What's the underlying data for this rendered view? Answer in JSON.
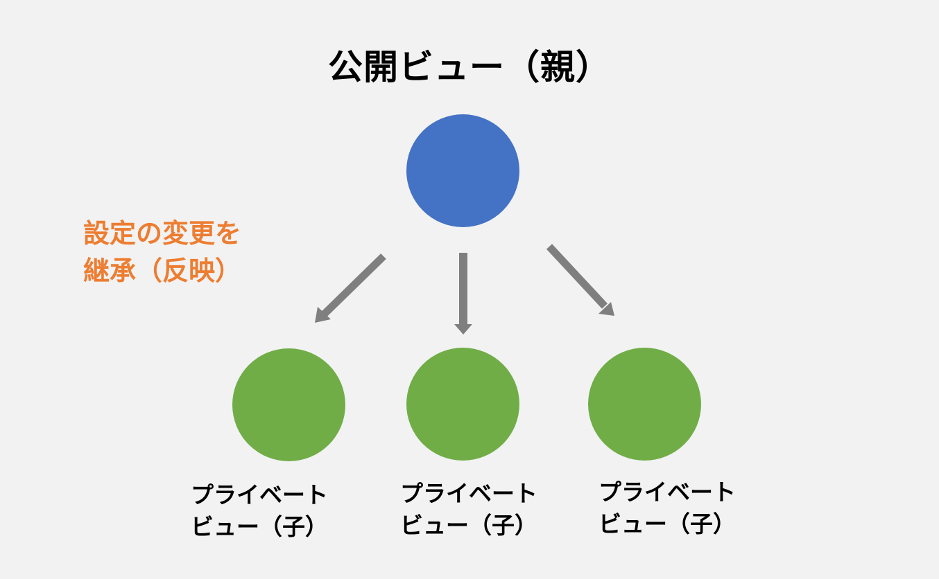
{
  "title": "公開ビュー（親）",
  "inheritance_note": {
    "lines": [
      "設定の変更を",
      "継承（反映）"
    ]
  },
  "child_labels": [
    {
      "lines": [
        "プライベート",
        "ビュー（子）"
      ]
    },
    {
      "lines": [
        "プライベート",
        "ビュー（子）"
      ]
    },
    {
      "lines": [
        "プライベート",
        "ビュー（子）"
      ]
    }
  ],
  "colors": {
    "background": "#f2f2f2",
    "parent_node": "#4472c4",
    "child_node": "#70ad47",
    "arrow": "#7f7f7f",
    "note_text": "#ed7d31",
    "text": "#000000"
  }
}
